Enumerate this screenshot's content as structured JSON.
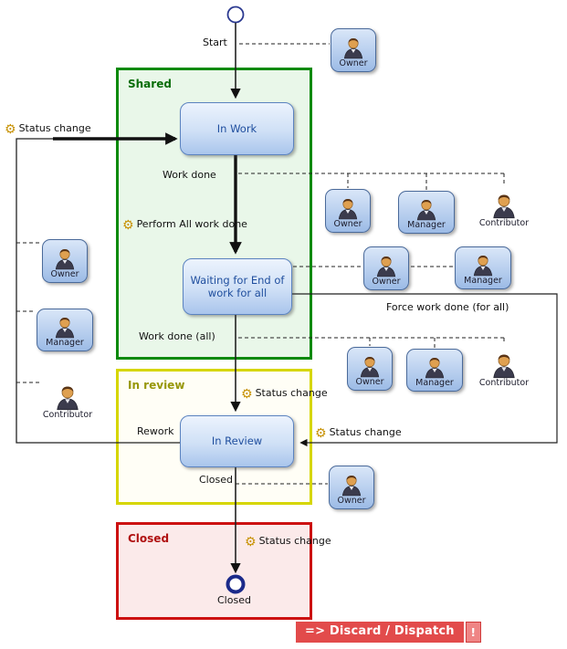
{
  "colors": {
    "shared_border": "#0c8a0c",
    "shared_fill": "#e9f7e9",
    "review_border": "#d6d600",
    "closed_border": "#cc1111",
    "closed_fill": "#fbeaea",
    "state_border": "#5b83c0",
    "state_text": "#1f4e9e",
    "gear": "#c79100",
    "banner_bg": "#e24b4b"
  },
  "icons": {
    "gear": "⚙",
    "exclamation": "!"
  },
  "diagram": {
    "start": {
      "label": "Start"
    },
    "end": {
      "label": "Closed"
    },
    "groups": {
      "shared": {
        "label": "Shared"
      },
      "in_review": {
        "label": "In review"
      },
      "closed": {
        "label": "Closed"
      }
    },
    "states": {
      "in_work": {
        "label": "In Work"
      },
      "waiting": {
        "label": "Waiting for End of work for all"
      },
      "in_review": {
        "label": "In Review"
      }
    },
    "transitions": {
      "status_change_left": "Status change",
      "work_done": "Work done",
      "perform_all_work_done": "Perform All work done",
      "work_done_all": "Work done (all)",
      "force_work_done": "Force work done (for all)",
      "status_change_mid": "Status change",
      "status_change_right": "Status change",
      "rework": "Rework",
      "closed": "Closed",
      "status_change_bottom": "Status change"
    },
    "actors": [
      {
        "id": "owner-start",
        "label": "Owner"
      },
      {
        "id": "owner-workdone",
        "label": "Owner"
      },
      {
        "id": "manager-workdone",
        "label": "Manager"
      },
      {
        "id": "contributor-workdone",
        "label": "Contributor"
      },
      {
        "id": "owner-force",
        "label": "Owner"
      },
      {
        "id": "manager-force",
        "label": "Manager"
      },
      {
        "id": "owner-left",
        "label": "Owner"
      },
      {
        "id": "manager-left",
        "label": "Manager"
      },
      {
        "id": "contributor-left",
        "label": "Contributor"
      },
      {
        "id": "owner-workdoneall",
        "label": "Owner"
      },
      {
        "id": "manager-workdoneall",
        "label": "Manager"
      },
      {
        "id": "contributor-workdoneall",
        "label": "Contributor"
      },
      {
        "id": "owner-closed",
        "label": "Owner"
      }
    ],
    "banner": {
      "text": "=> Discard / Dispatch"
    }
  }
}
